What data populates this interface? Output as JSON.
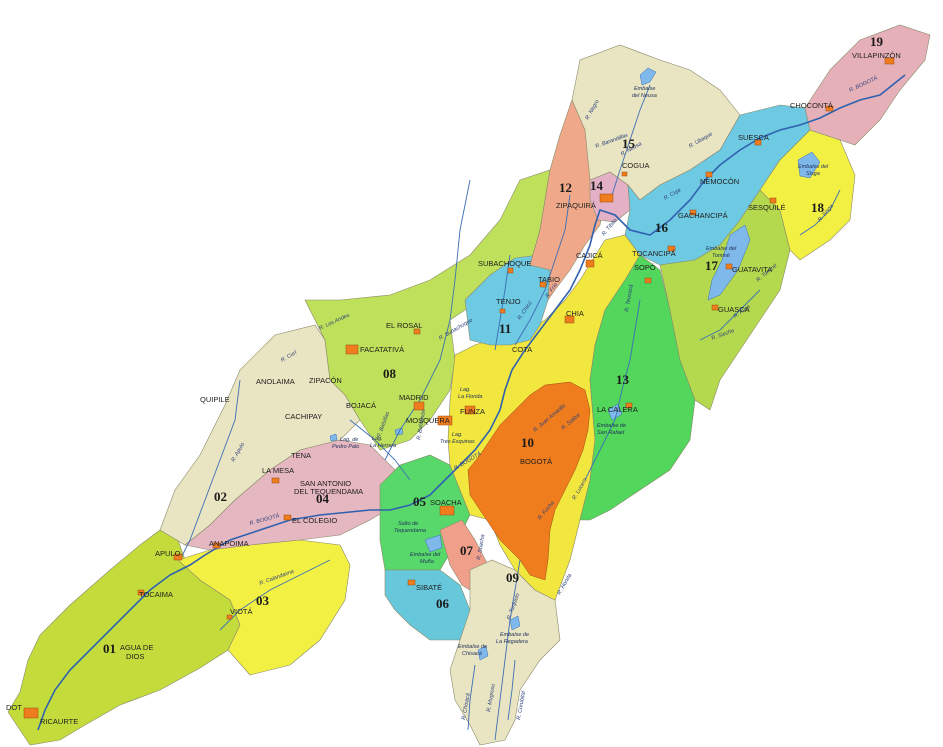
{
  "colors": {
    "zone_01": "#c3dc3c",
    "zone_02": "#e9e4c2",
    "zone_03": "#f3f044",
    "zone_04": "#e5b7c0",
    "zone_05": "#58d86a",
    "zone_06": "#67c8dc",
    "zone_07": "#ef9f8a",
    "zone_08": "#bfe05a",
    "zone_09": "#e9e4c2",
    "zone_10": "#f2e73e",
    "zone_11": "#6ec9e2",
    "zone_12": "#efa98a",
    "zone_13": "#52d65c",
    "zone_14": "#e3b0c6",
    "zone_15": "#e9e4c2",
    "zone_16": "#6ec9e2",
    "zone_17": "#b5d94e",
    "zone_18": "#f3f044",
    "zone_19": "#e5b0b8",
    "bogota_urban": "#ef7d1e",
    "river": "#3c6fb5"
  },
  "zones": {
    "z01": "01",
    "z02": "02",
    "z03": "03",
    "z04": "04",
    "z05": "05",
    "z06": "06",
    "z07": "07",
    "z08": "08",
    "z09": "09",
    "z10": "10",
    "z11": "11",
    "z12": "12",
    "z13": "13",
    "z14": "14",
    "z15": "15",
    "z16": "16",
    "z17": "17",
    "z18": "18",
    "z19": "19"
  },
  "towns": {
    "villapinzon": "VILLAPINZÓN",
    "choconta": "CHOCONTÁ",
    "suesca": "SUESCA",
    "cogua": "COGUA",
    "nemocon": "NEMOCÓN",
    "sesquile": "SESQUILÉ",
    "gachancipa": "GACHANCIPÁ",
    "tocancipa": "TOCANCIPÁ",
    "guatavita": "GUATAVITA",
    "guasca": "GUASCA",
    "zipaquira": "ZIPAQUIRÁ",
    "cajica": "CAJICÁ",
    "sopo": "SOPÓ",
    "subachoque": "SUBACHOQUE",
    "tabio": "TABIO",
    "tenjo": "TENJO",
    "chia": "CHIA",
    "cota": "COTA",
    "el_rosal": "EL ROSAL",
    "facatativa": "FACATATIVÁ",
    "zipacon": "ZIPACÓN",
    "anolaima": "ANOLAIMA",
    "quipile": "QUIPILE",
    "cachipay": "CACHIPAY",
    "bojaca": "BOJACÁ",
    "madrid": "MADRID",
    "mosquera": "MOSQUERA",
    "funza": "FUNZA",
    "la_calera": "LA CALERA",
    "bogota": "BOGOTÁ",
    "tena": "TENA",
    "la_mesa": "LA MESA",
    "san_antonio_1": "SAN ANTONIO",
    "san_antonio_2": "DEL TEQUENDAMA",
    "el_colegio": "EL COLEGIO",
    "soacha": "SOACHA",
    "anapoima": "ANAPOIMA",
    "apulo": "APULO",
    "tocaima": "TOCAIMA",
    "viota": "VIOTÁ",
    "sibate": "SIBATÉ",
    "agua_de_dios_1": "AGUA DE",
    "agua_de_dios_2": "DIOS",
    "ricaurte": "RICAURTE",
    "dot": "DOT"
  },
  "water": {
    "neusa_1": "Embalse",
    "neusa_2": "del Neusa",
    "sisga_1": "Embalse del",
    "sisga_2": "Sisga",
    "tomine_1": "Embalse del",
    "tomine_2": "Tominé",
    "san_rafael_1": "Embalse de",
    "san_rafael_2": "San Rafael",
    "la_florida_1": "Lag.",
    "la_florida_2": "La Florida",
    "tres_esquinas_1": "Lag.",
    "tres_esquinas_2": "Tres Esquinas",
    "la_herrera_1": "Lag.",
    "la_herrera_2": "La Herrera",
    "pedro_palo_1": "Lag. de",
    "pedro_palo_2": "Pedro Palo",
    "salto_1": "Salto de",
    "salto_2": "Tequendama",
    "munia_1": "Embalse del",
    "munia_2": "Muña",
    "regadera_1": "Embalse de",
    "regadera_2": "La Regadera",
    "chisaca_1": "Embalse de",
    "chisaca_2": "Chisacá"
  },
  "rivers": {
    "bogota_north": "R. BOGOTÁ",
    "bogota_sw": "R. BOGOTÁ",
    "bogota_mid": "R. BOGOTÁ",
    "frio": "R. Frío",
    "chicu": "R. Chicú",
    "teusaca": "R. Teusacá",
    "tunjuelo": "R. Tunjuelo",
    "apulo": "R. Apulo",
    "calandaima": "R. Calandaima",
    "balsillas": "R. Balsillas",
    "subachoque": "R. Subachoque",
    "los_andes": "R. Los Andes",
    "bahamon": "R. Bahamón",
    "curi": "R. Curí",
    "siecha": "R. Siecha",
    "aves": "R. Aves",
    "juan_amarillo": "R. Juan Amarillo",
    "fucha": "R. Fucha",
    "negro": "R. Negro",
    "neusa": "R. Neusa",
    "tibito": "R. Tibito",
    "chisaca": "R. Chisacá",
    "curubital": "R. Curubital",
    "mugroso": "R. Mugroso",
    "sisga": "R. Sisga",
    "tominé": "R. Tominé",
    "cuja": "R. Cuja",
    "barandillas": "R. Barandillas",
    "ubaque": "R. Ubaque",
    "salitre": "R. Salitre",
    "soacha": "R. Soacha",
    "honda": "R. Honda",
    "lucero": "R. Lucero"
  }
}
